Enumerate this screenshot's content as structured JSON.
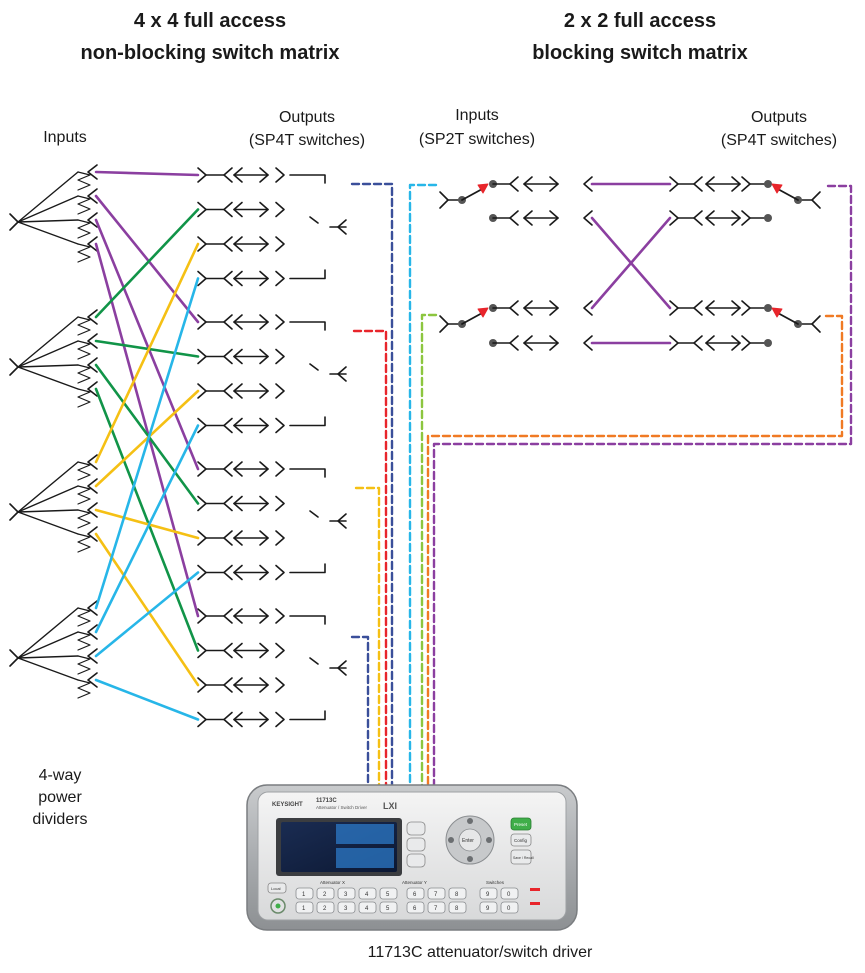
{
  "left_matrix": {
    "title_line1": "4 x 4 full access",
    "title_line2": "non-blocking switch matrix",
    "inputs_label": "Inputs",
    "outputs_label_line1": "Outputs",
    "outputs_label_line2": "(SP4T switches)",
    "dividers_label_line1": "4-way",
    "dividers_label_line2": "power",
    "dividers_label_line3": "dividers"
  },
  "right_matrix": {
    "title_line1": "2 x 2 full access",
    "title_line2": "blocking switch matrix",
    "inputs_label_line1": "Inputs",
    "inputs_label_line2": "(SP2T switches)",
    "outputs_label_line1": "Outputs",
    "outputs_label_line2": "(SP4T switches)"
  },
  "instrument": {
    "caption": "11713C attenuator/switch driver",
    "brand": "KEYSIGHT",
    "model": "11713C",
    "subtitle": "Attenuator / Switch Driver",
    "bank_x": "Attenuator X",
    "bank_y": "Attenuator Y",
    "switches": "Switches",
    "local": "Local",
    "preset": "Preset",
    "config": "Config",
    "save_recall": "Save / Recall",
    "enter": "Enter",
    "keys": [
      "1",
      "2",
      "3",
      "4",
      "5",
      "6",
      "7",
      "8",
      "9",
      "0"
    ]
  },
  "colors": {
    "purple": "#8b3fa0",
    "green": "#119448",
    "yellow": "#f5c014",
    "cyan": "#27b6e8",
    "navy": "#3a4f9a",
    "red": "#e8252b",
    "lime": "#8cc63f",
    "orange": "#f07a24",
    "line": "#1a1a1a"
  }
}
